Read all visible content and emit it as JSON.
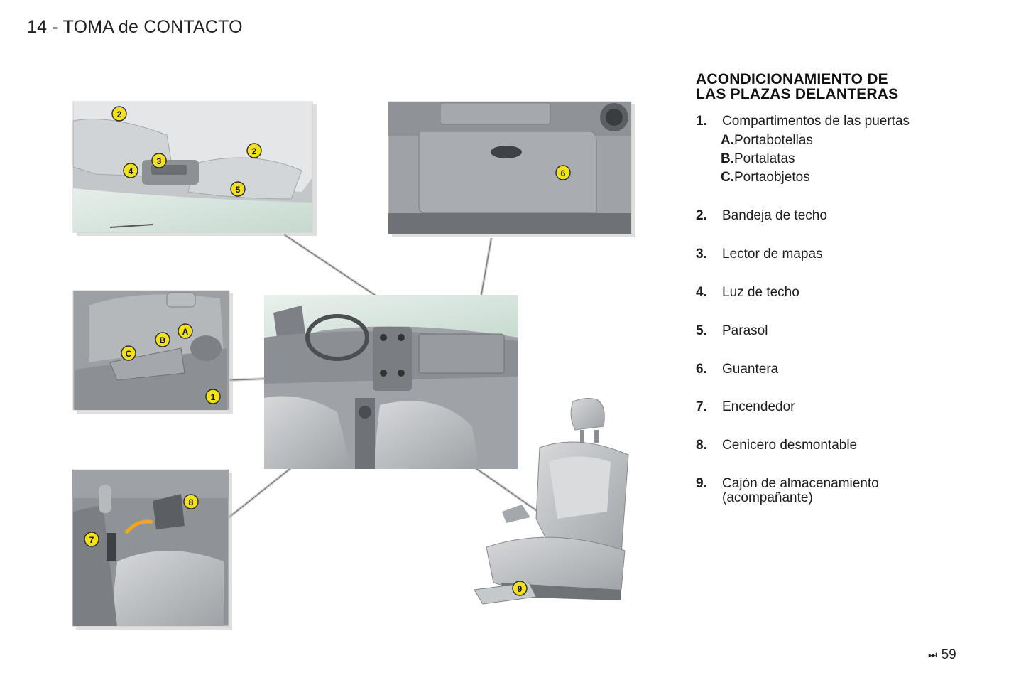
{
  "header": {
    "title": "14 - TOMA de CONTACTO"
  },
  "section": {
    "title_line1": "ACONDICIONAMIENTO DE",
    "title_line2": "LAS PLAZAS DELANTERAS"
  },
  "items": [
    {
      "num": "1.",
      "label": "Compartimentos de las puertas",
      "subitems": [
        {
          "letter": "A.",
          "label": "Portabotellas"
        },
        {
          "letter": "B.",
          "label": "Portalatas"
        },
        {
          "letter": "C.",
          "label": "Portaobjetos"
        }
      ]
    },
    {
      "num": "2.",
      "label": "Bandeja de techo"
    },
    {
      "num": "3.",
      "label": "Lector de mapas"
    },
    {
      "num": "4.",
      "label": "Luz de techo"
    },
    {
      "num": "5.",
      "label": "Parasol"
    },
    {
      "num": "6.",
      "label": "Guantera"
    },
    {
      "num": "7.",
      "label": "Encendedor"
    },
    {
      "num": "8.",
      "label": "Cenicero desmontable"
    },
    {
      "num": "9.",
      "label": "Cajón de almacenamiento",
      "label2": "(acompañante)"
    }
  ],
  "callouts": {
    "roof": [
      "2",
      "2",
      "3",
      "4",
      "5"
    ],
    "glovebox": "6",
    "door": [
      "A",
      "B",
      "C",
      "1"
    ],
    "console": [
      "8",
      "7"
    ],
    "seat": "9"
  },
  "footer": {
    "arrow_icon": "next-page-icon",
    "page_number": "59"
  },
  "colors": {
    "callout_badge": "#f2e01c",
    "interior_grey": "#a9acb0"
  }
}
